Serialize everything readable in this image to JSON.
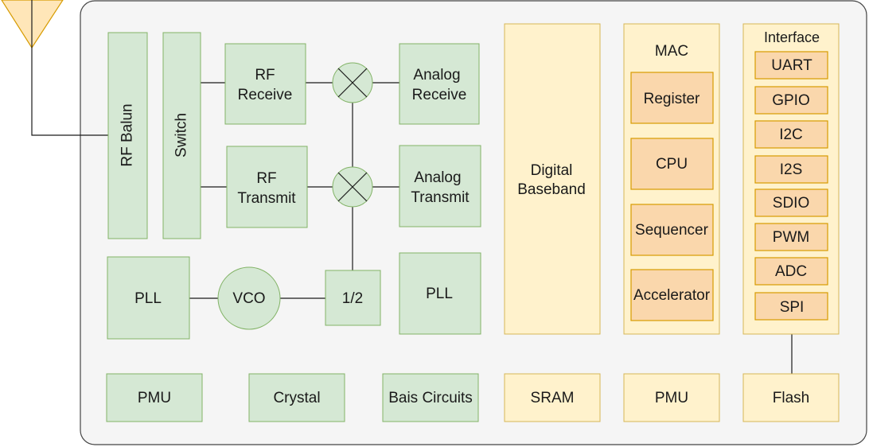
{
  "blocks": {
    "rf_balun": "RF Balun",
    "switch": "Switch",
    "rf_receive": [
      "RF",
      "Receive"
    ],
    "rf_transmit": [
      "RF",
      "Transmit"
    ],
    "analog_receive": [
      "Analog",
      "Receive"
    ],
    "analog_transmit": [
      "Analog",
      "Transmit"
    ],
    "pll_left": "PLL",
    "vco": "VCO",
    "divider": "1/2",
    "pll_right": "PLL",
    "digital_baseband": [
      "Digital",
      "Baseband"
    ],
    "mac": {
      "title": "MAC",
      "items": [
        "Register",
        "CPU",
        "Sequencer",
        "Accelerator"
      ]
    },
    "interface": {
      "title": "Interface",
      "items": [
        "UART",
        "GPIO",
        "I2C",
        "I2S",
        "SDIO",
        "PWM",
        "ADC",
        "SPI"
      ]
    },
    "pmu_left": "PMU",
    "crystal": "Crystal",
    "bias_circuits": "Bais Circuits",
    "sram": "SRAM",
    "pmu_right": "PMU",
    "flash": "Flash"
  },
  "colors": {
    "analog_fill": "#d5e8d4",
    "analog_stroke": "#82b366",
    "digital_fill": "#fff2cc",
    "digital_stroke": "#d6b656",
    "sub_fill": "#fad7ac",
    "sub_stroke": "#d79b00",
    "chip_fill": "#f5f5f5"
  },
  "icons": [
    "antenna-icon",
    "mixer-icon"
  ]
}
